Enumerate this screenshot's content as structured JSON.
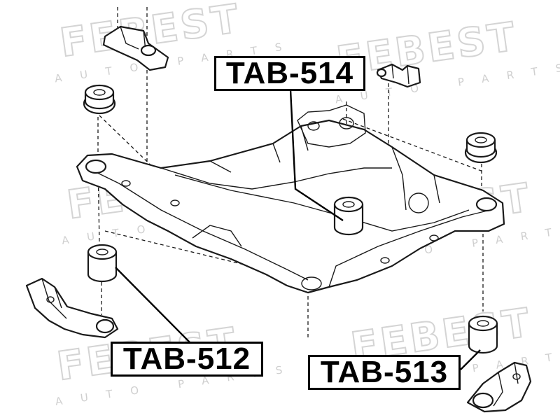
{
  "labels": {
    "tab514": "TAB-514",
    "tab512": "TAB-512",
    "tab513": "TAB-513"
  },
  "watermark": {
    "brand": "FEBEST",
    "tagline": "AUTO PARTS"
  },
  "colors": {
    "line": "#1a1a1a",
    "watermark": "#d4d4d4",
    "background": "#ffffff"
  }
}
